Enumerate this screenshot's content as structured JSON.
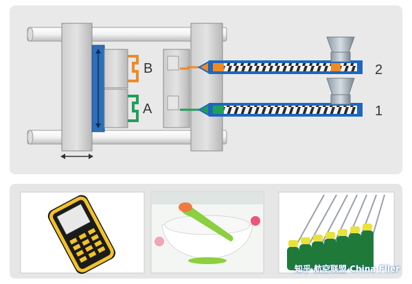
{
  "diagram": {
    "labels": {
      "cavity_b": "B",
      "cavity_a": "A",
      "unit_2": "2",
      "unit_1": "1"
    },
    "colors": {
      "material_b": "#f08a24",
      "material_a": "#1fa05a",
      "platen_blue": "#2d6fb8",
      "barrel_blue": "#1e66c0",
      "screw_dark": "#2a2a2a"
    }
  },
  "photos": [
    {
      "name": "two-color-phone-case",
      "subject": "phone"
    },
    {
      "name": "two-color-spoon-bowl",
      "subject": "spoon-bowl"
    },
    {
      "name": "two-color-screwdrivers",
      "subject": "screwdrivers"
    }
  ],
  "watermark": {
    "left": "知乎",
    "right": "China Flier",
    "chinese": "航空联盟"
  }
}
